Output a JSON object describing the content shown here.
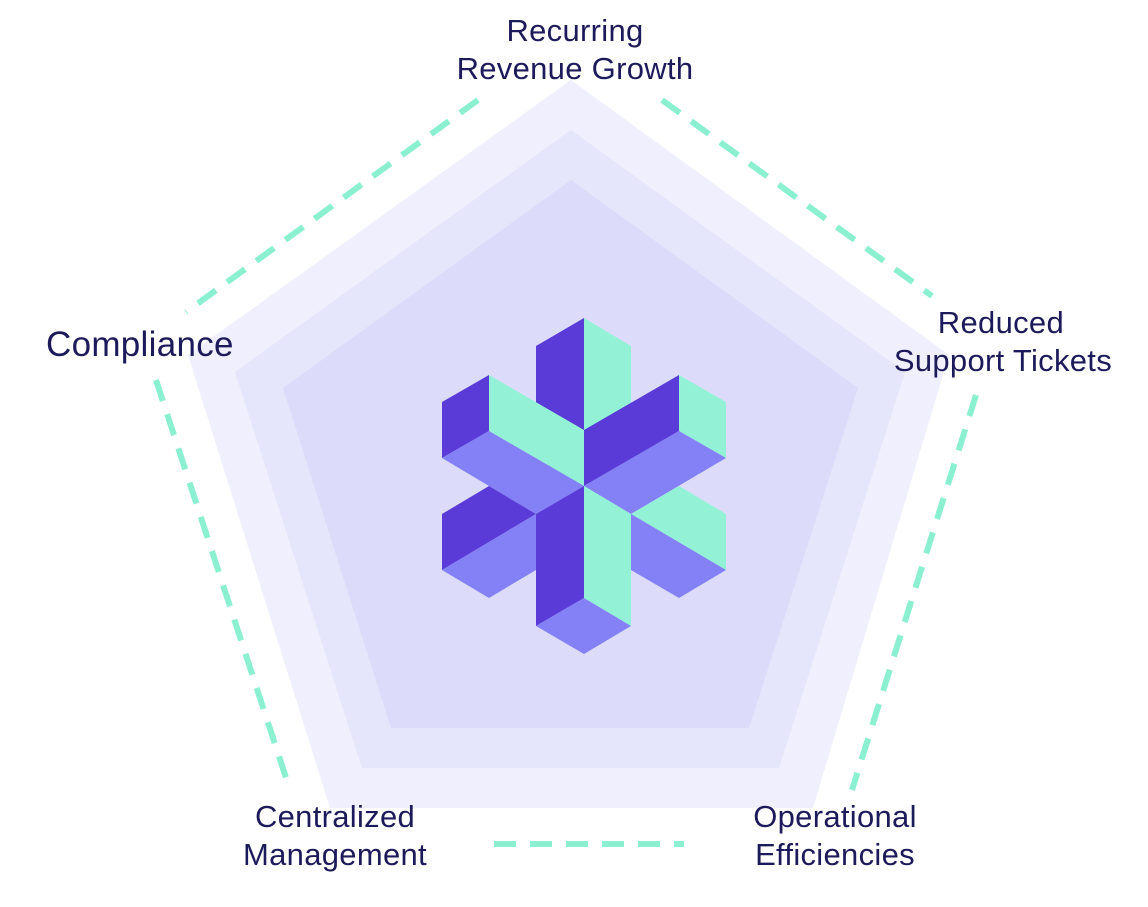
{
  "diagram": {
    "labels": {
      "top": [
        "Recurring",
        "Revenue Growth"
      ],
      "upper_right": [
        "Reduced",
        "Support Tickets"
      ],
      "lower_right": [
        "Operational",
        "Efficiencies"
      ],
      "lower_left": [
        "Centralized",
        "Management"
      ],
      "upper_left": [
        "Compliance"
      ]
    }
  },
  "colors": {
    "dashed_outline": "#8af0cf",
    "pentagon_outer": "#efeffd",
    "pentagon_middle": "#e5e5fb",
    "pentagon_inner": "#dcdcfa",
    "logo_dark": "#5a3bd8",
    "logo_light": "#8381f5",
    "logo_mint": "#93f2d5",
    "text": "#1c1a5a"
  },
  "logo": {
    "icon": "snowflake-cube-logo-icon"
  }
}
